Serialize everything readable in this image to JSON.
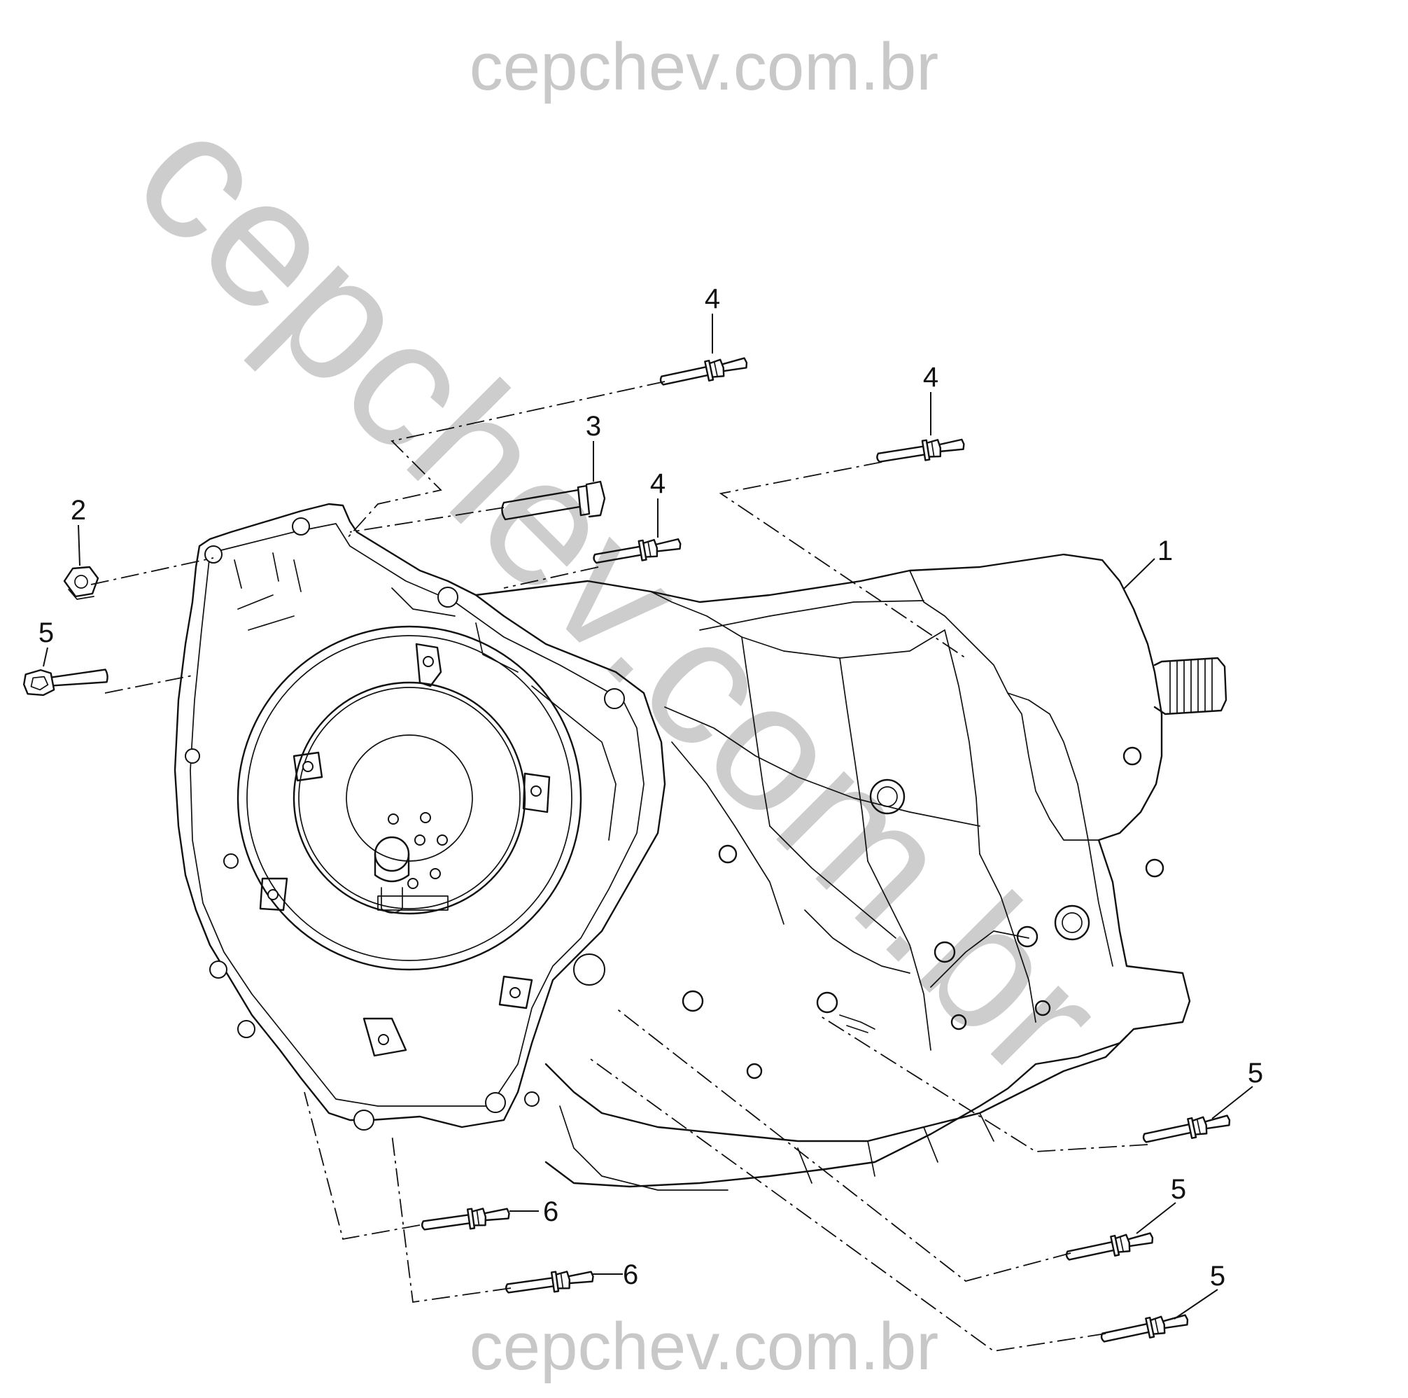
{
  "watermark": {
    "top": "cepchev.com.br",
    "bottom": "cepchev.com.br",
    "diagonal": "cepchev.com.br",
    "color": "#c8c8c8"
  },
  "callouts": {
    "c1": "1",
    "c2": "2",
    "c3": "3",
    "c4a": "4",
    "c4b": "4",
    "c4c": "4",
    "c5a": "5",
    "c5b": "5",
    "c5c": "5",
    "c5d": "5",
    "c6a": "6",
    "c6b": "6"
  },
  "colors": {
    "line": "#111111",
    "background": "#ffffff"
  }
}
